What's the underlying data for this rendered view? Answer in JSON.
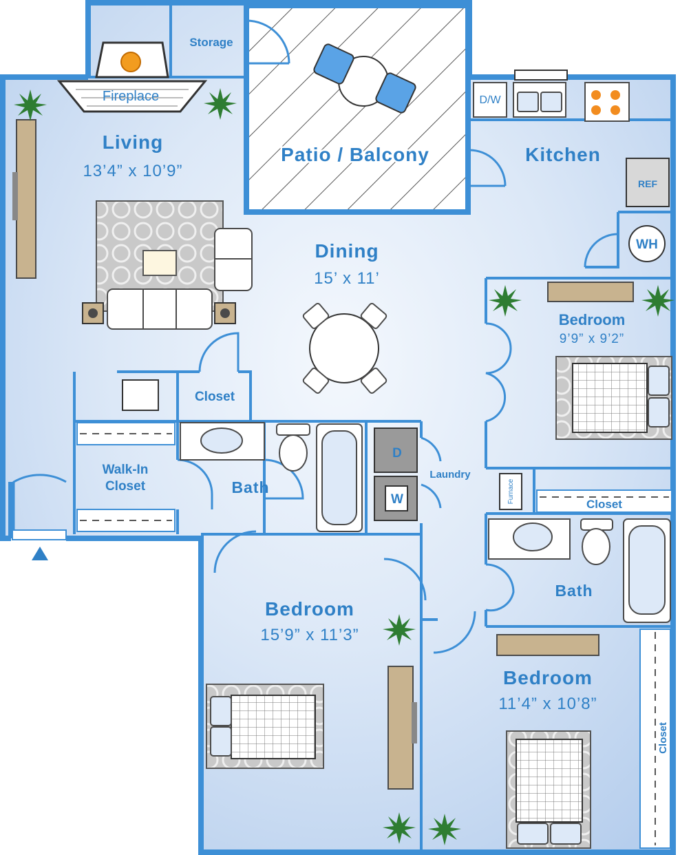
{
  "rooms": {
    "living": {
      "name": "Living",
      "dim": "13’4” x 10’9”"
    },
    "dining": {
      "name": "Dining",
      "dim": "15’ x 11’"
    },
    "patio": {
      "name": "Patio / Balcony"
    },
    "kitchen": {
      "name": "Kitchen"
    },
    "bedroom_small": {
      "name": "Bedroom",
      "dim": "9’9” x 9’2”"
    },
    "bedroom_master": {
      "name": "Bedroom",
      "dim": "15’9” x 11’3”"
    },
    "bedroom_third": {
      "name": "Bedroom",
      "dim": "11’4” x 10’8”"
    },
    "bath_main": {
      "name": "Bath"
    },
    "bath_second": {
      "name": "Bath"
    },
    "walkin": {
      "line1": "Walk-In",
      "line2": "Closet"
    }
  },
  "labels": {
    "fireplace": "Fireplace",
    "storage": "Storage",
    "closet_hall": "Closet",
    "closet_bedroom": "Closet",
    "closet_vertical": "Closet",
    "laundry": "Laundry",
    "dryer": "D",
    "washer": "W",
    "dishwasher": "D/W",
    "fridge": "REF",
    "water_heater": "WH",
    "furnace": "Furnace"
  },
  "colors": {
    "wall": "#3d8fd6",
    "floor": "#cfdff4",
    "label": "#2f80c6"
  }
}
